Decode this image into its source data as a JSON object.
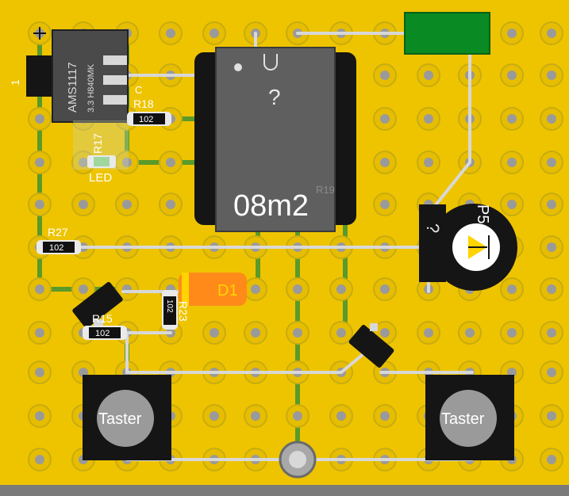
{
  "colors": {
    "board": "#eec400",
    "board_edge": "#7a7a7a",
    "pad_ring": "#c8ac10",
    "hole": "#9a9a9a",
    "wire": "#d8d8d8",
    "trace": "#5a9a2a",
    "component_black": "#151515",
    "diode_orange": "#ff8a1a",
    "led_green": "#0a8a22",
    "ic_body": "#5f5f5f",
    "label_white": "#ffffff",
    "label_orange_text": "#ffd400"
  },
  "regulator": {
    "part": "AMS1117",
    "marking": "3.3 H840MK",
    "pin_label": "1"
  },
  "resistors": [
    {
      "name": "R18",
      "value": "102"
    },
    {
      "name": "R17",
      "value": ""
    },
    {
      "name": "R27",
      "value": "102"
    },
    {
      "name": "R23",
      "value": "102"
    },
    {
      "name": "R15",
      "value": "102"
    },
    {
      "name": "R19",
      "value": ""
    }
  ],
  "capacitor": {
    "name": "C"
  },
  "led": {
    "label": "LED"
  },
  "ic": {
    "label": "08m2",
    "pin1_marker": "?"
  },
  "diode": {
    "label": "D1"
  },
  "potentiometer": {
    "name": "P5",
    "marker": "?"
  },
  "buttons": [
    {
      "label": "Taster"
    },
    {
      "label": "Taster"
    }
  ]
}
